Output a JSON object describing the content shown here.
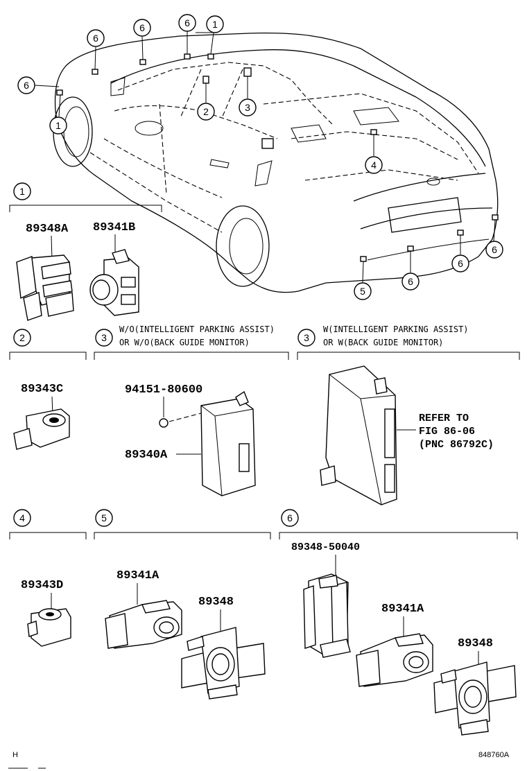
{
  "callouts": {
    "c1": "1",
    "c2": "2",
    "c3": "3",
    "c4": "4",
    "c5": "5",
    "c6": "6"
  },
  "sections": {
    "s1": {
      "num": "1",
      "parts": [
        "89348A",
        "89341B"
      ]
    },
    "s2": {
      "num": "2",
      "parts": [
        "89343C"
      ]
    },
    "s3a": {
      "num": "3",
      "note1": "W/O(INTELLIGENT PARKING ASSIST)",
      "note2": "OR W/O(BACK GUIDE MONITOR)",
      "parts": [
        "94151-80600",
        "89340A"
      ]
    },
    "s3b": {
      "num": "3",
      "note1": "W(INTELLIGENT PARKING ASSIST)",
      "note2": "OR W(BACK GUIDE MONITOR)",
      "refer1": "REFER TO",
      "refer2": "FIG 86-06",
      "refer3": "(PNC 86792C)"
    },
    "s4": {
      "num": "4",
      "parts": [
        "89343D"
      ]
    },
    "s5": {
      "num": "5",
      "parts": [
        "89341A",
        "89348"
      ]
    },
    "s6": {
      "num": "6",
      "parts": [
        "89348-50040",
        "89341A",
        "89348"
      ]
    }
  },
  "footer": {
    "left": "H",
    "right": "848760A"
  }
}
